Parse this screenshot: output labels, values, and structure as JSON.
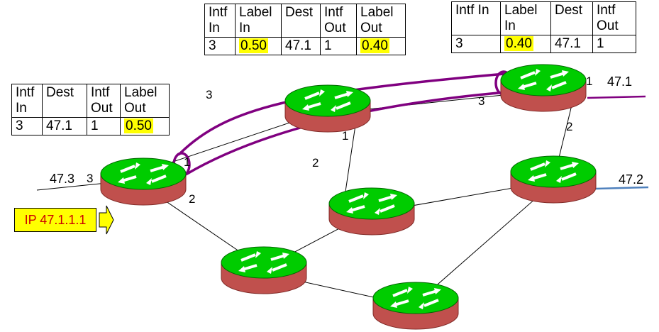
{
  "tables": {
    "ingress": {
      "headers": [
        "Intf In",
        "Dest",
        "Intf Out",
        "Label Out"
      ],
      "row": [
        "3",
        "47.1",
        "1",
        "0.50"
      ],
      "highlight": [
        3
      ]
    },
    "middle": {
      "headers": [
        "Intf In",
        "Label In",
        "Dest",
        "Intf Out",
        "Label Out"
      ],
      "row": [
        "3",
        "0.50",
        "47.1",
        "1",
        "0.40"
      ],
      "highlight": [
        1,
        4
      ]
    },
    "egress": {
      "headers": [
        "Intf In",
        "Label In",
        "Dest",
        "Intf Out"
      ],
      "row": [
        "3",
        "0.40",
        "47.1",
        "1"
      ],
      "highlight": [
        1
      ]
    }
  },
  "packet": {
    "label": "IP 47.1.1.1"
  },
  "networks": {
    "n471": "47.1",
    "n472": "47.2",
    "n473": "47.3"
  },
  "interfaces": {
    "ingress_in": "3",
    "ingress_out_top": "1",
    "ingress_out_bottom": "2",
    "mid_upper": "3",
    "mid_lower": "2",
    "mid_out": "1",
    "egress_in": "3",
    "egress_out": "1",
    "egress_down": "2"
  },
  "colors": {
    "router_top": "#00cc00",
    "router_side": "#c0504d",
    "lsp_path": "#800080",
    "net_47_1_link": "#800080",
    "net_47_2_link": "#4f81bd",
    "highlight": "#ffff00",
    "packet_text": "#cc0000"
  }
}
